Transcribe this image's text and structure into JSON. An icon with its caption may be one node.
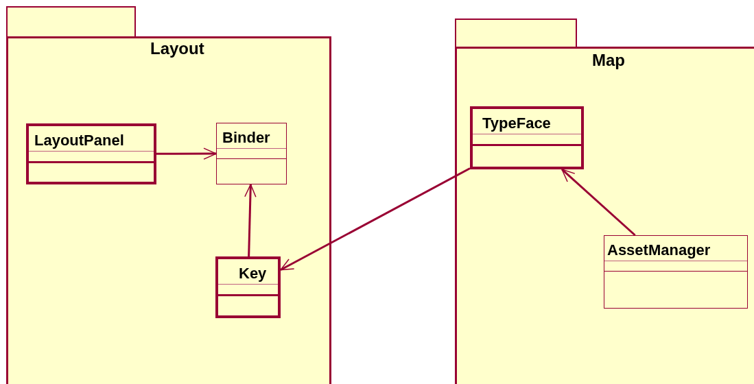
{
  "diagram": {
    "nodes": [
      {
        "text": [
          "Layout"
        ]
      },
      {
        "text": [
          "LayoutPanel"
        ],
        "in": 0
      },
      {
        "text": [
          "Binder"
        ],
        "in": 0
      },
      {
        "text": [
          "Key"
        ],
        "in": 0
      },
      {
        "text": [
          "Map"
        ]
      },
      {
        "text": [
          "TypeFace"
        ],
        "in": 4
      },
      {
        "text": [
          "AssetManager"
        ],
        "in": 4
      }
    ],
    "edges": [
      {
        "from": 1,
        "to": 2,
        "arrow": "to"
      },
      {
        "from": 3,
        "to": 2,
        "arrow": "to"
      },
      {
        "from": 5,
        "to": 3,
        "arrow": "to"
      },
      {
        "from": 6,
        "to": 5,
        "arrow": "to"
      }
    ]
  }
}
